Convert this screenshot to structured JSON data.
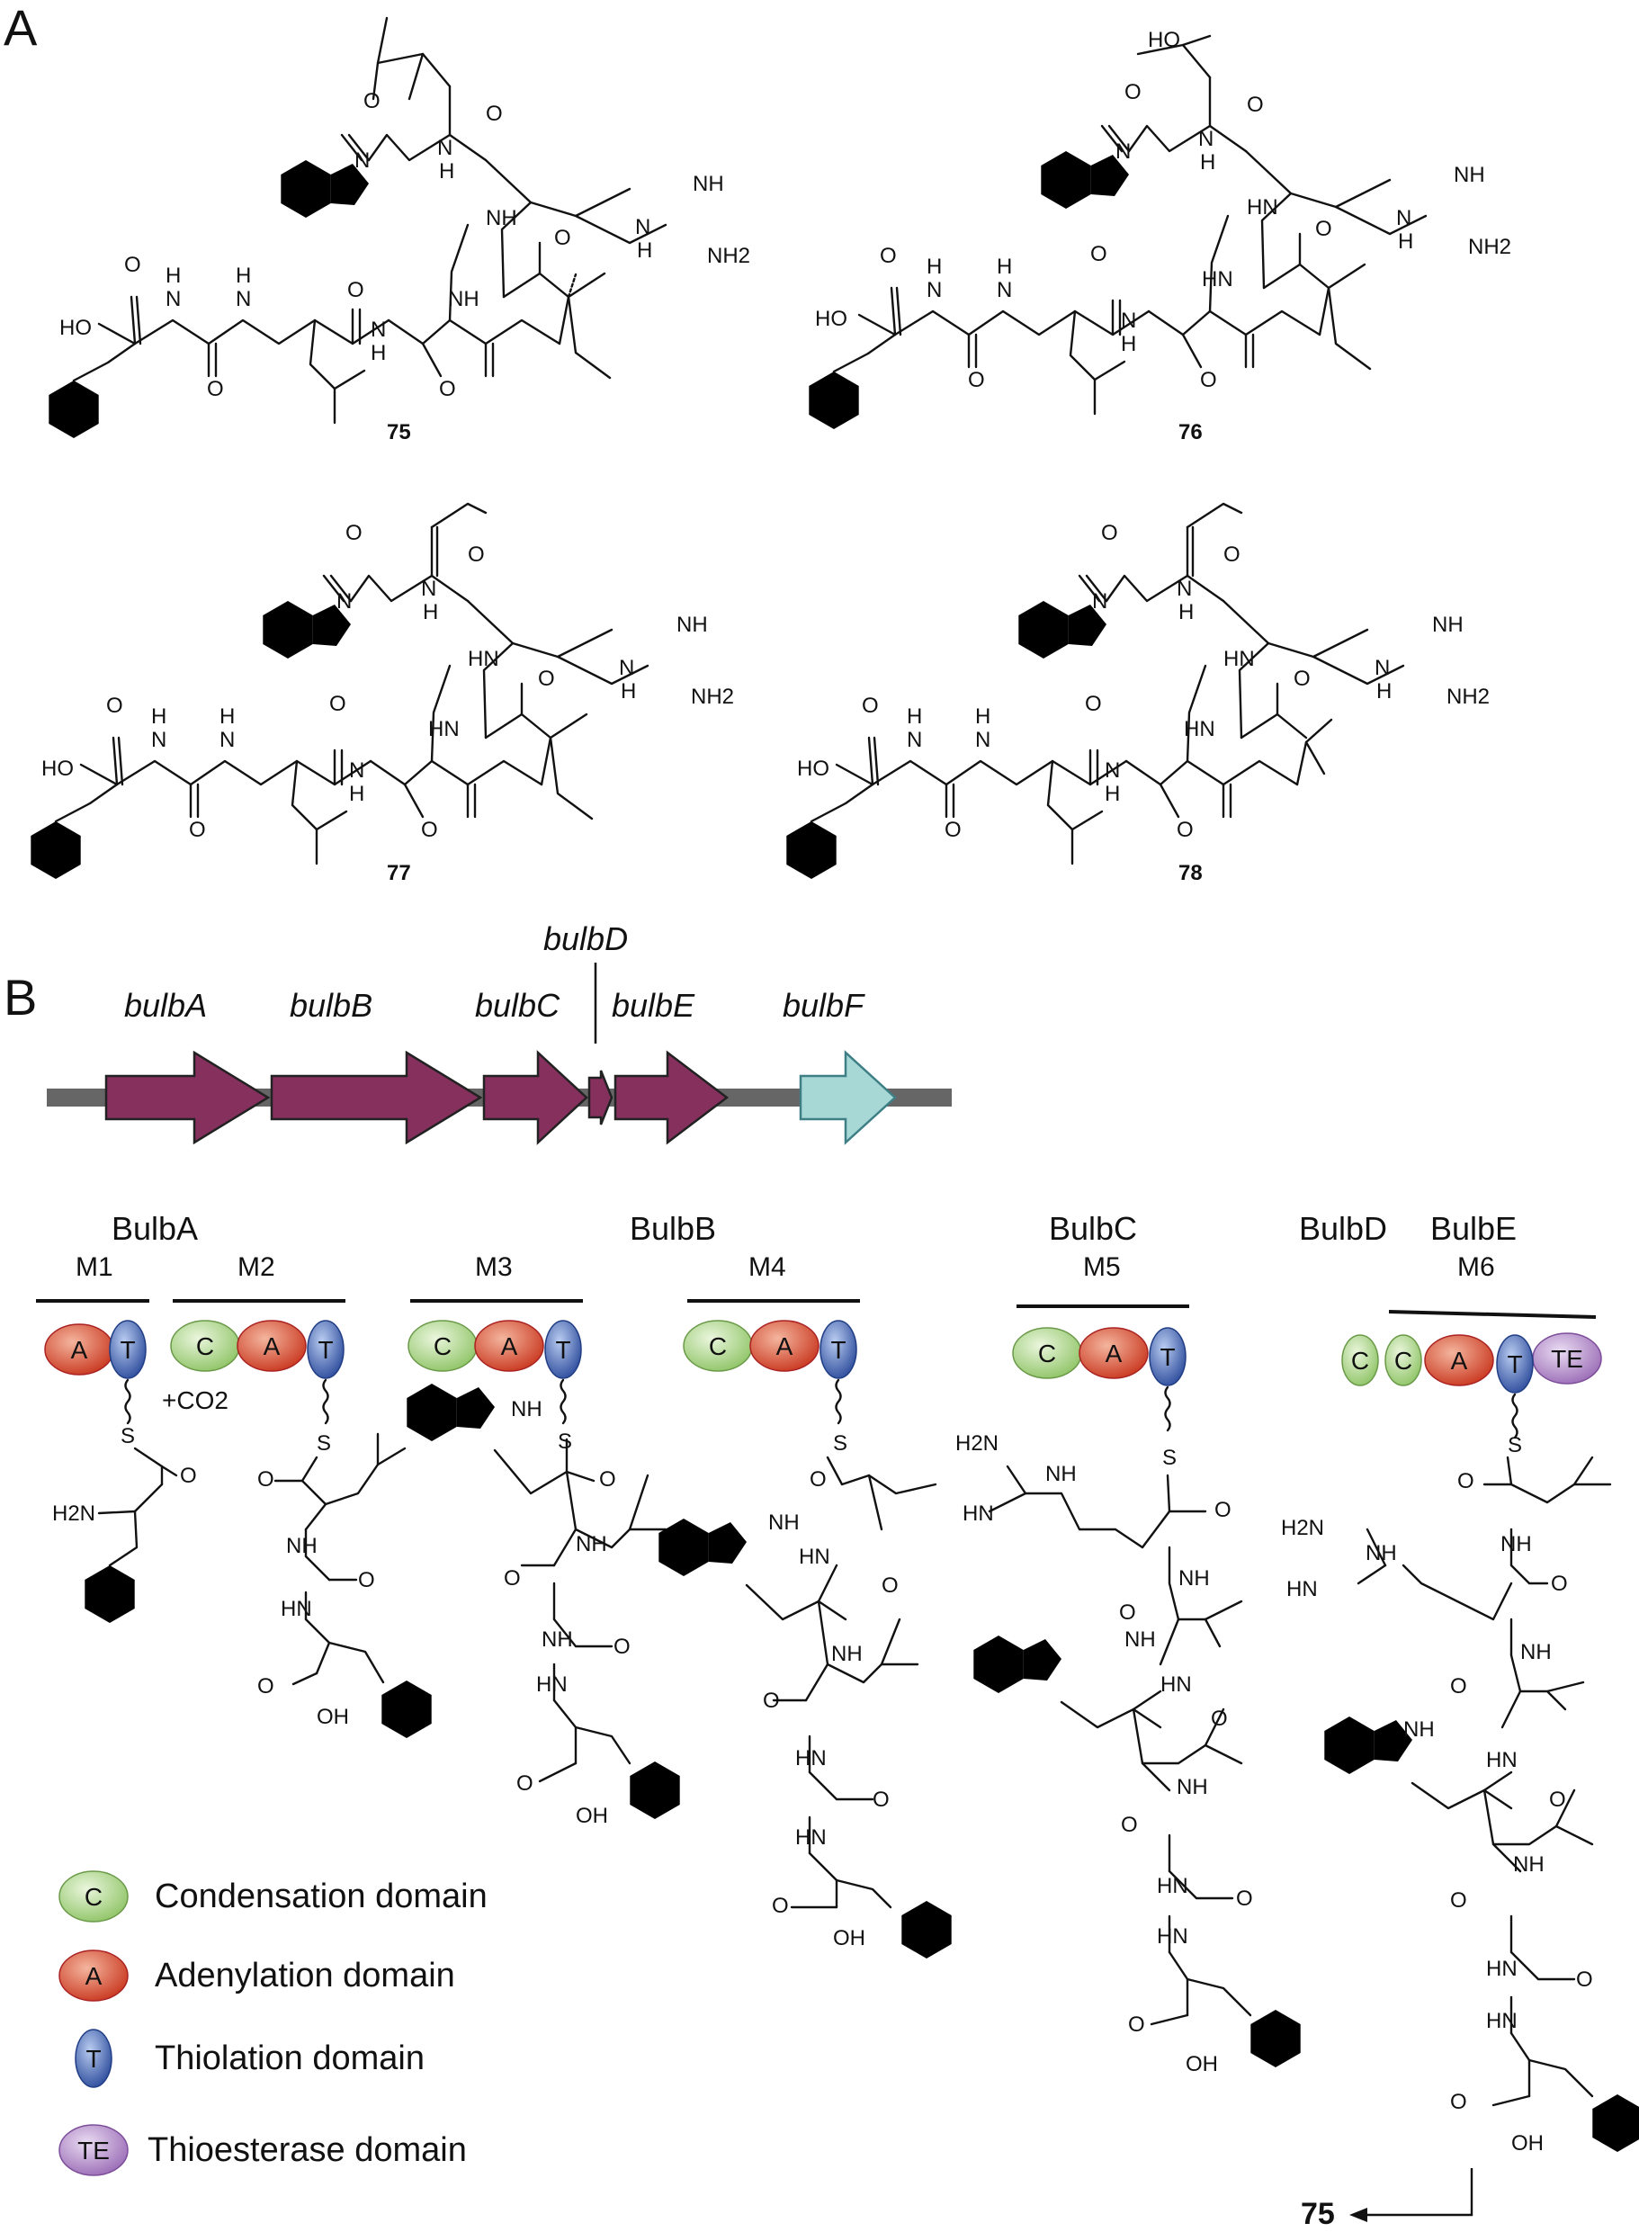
{
  "panels": {
    "a_label": "A",
    "b_label": "B"
  },
  "compounds": [
    {
      "id": "75"
    },
    {
      "id": "76"
    },
    {
      "id": "77"
    },
    {
      "id": "78"
    }
  ],
  "gene_cluster": {
    "genes": [
      {
        "name": "bulbA",
        "color": "#86305e"
      },
      {
        "name": "bulbB",
        "color": "#86305e"
      },
      {
        "name": "bulbC",
        "color": "#86305e"
      },
      {
        "name": "bulbD",
        "color": "#86305e"
      },
      {
        "name": "bulbE",
        "color": "#86305e"
      },
      {
        "name": "bulbF",
        "color": "#a8d8d6"
      }
    ],
    "backbone_color": "#666666"
  },
  "assembly": {
    "proteins": [
      "BulbA",
      "BulbB",
      "BulbC",
      "BulbD",
      "BulbE"
    ],
    "modules": [
      "M1",
      "M2",
      "M3",
      "M4",
      "M5",
      "M6"
    ],
    "co2_note": "+CO2",
    "product_label": "75"
  },
  "domain_colors": {
    "C": "#9fcf7a",
    "A": "#d2472f",
    "T": "#3b5ba8",
    "TE": "#a07ab8"
  },
  "legend": [
    {
      "key": "C",
      "label": "Condensation domain"
    },
    {
      "key": "A",
      "label": "Adenylation domain"
    },
    {
      "key": "T",
      "label": "Thiolation domain"
    },
    {
      "key": "TE",
      "label": "Thioesterase domain"
    }
  ],
  "chem_labels": {
    "N": "N",
    "NH": "NH",
    "H": "H",
    "O": "O",
    "S": "S",
    "HO": "HO",
    "OH": "OH",
    "H2N": "H2N",
    "NH2": "NH2",
    "HN": "HN"
  }
}
